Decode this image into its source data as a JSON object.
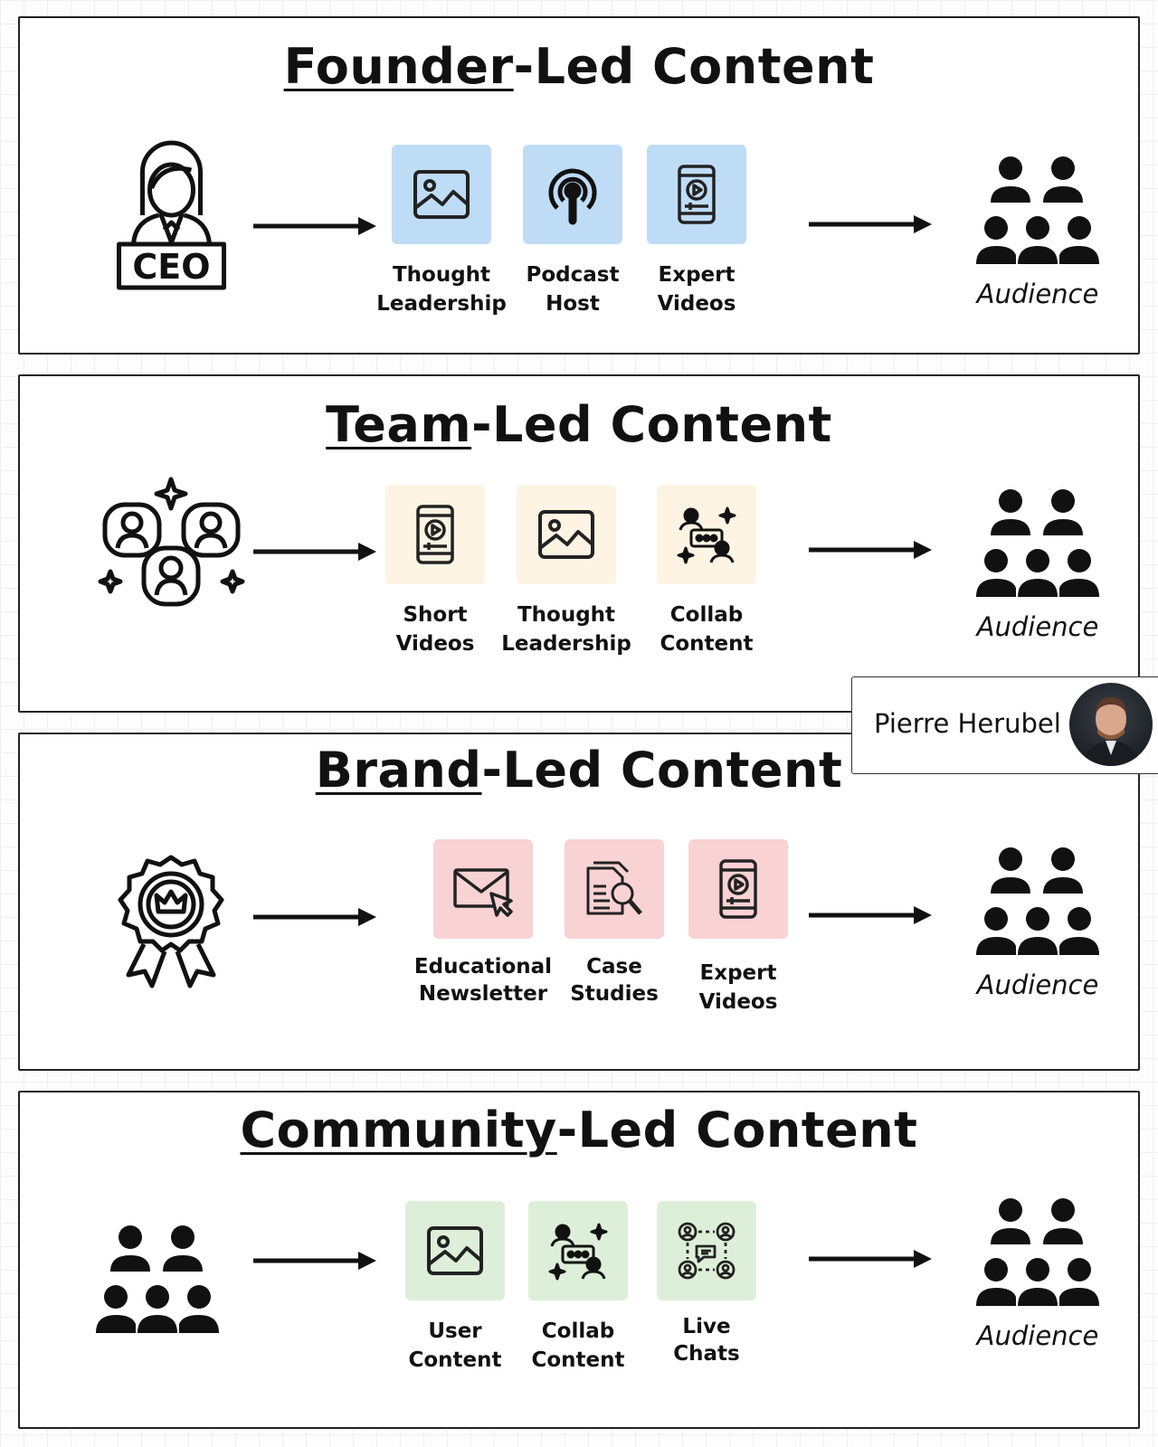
{
  "colors": {
    "founder_tile": "#bfdcf6",
    "team_tile": "#fdf4e3",
    "brand_tile": "#f9d2d4",
    "community_tile": "#deefd9",
    "stroke": "#111111"
  },
  "panels": [
    {
      "title_underlined": "Founder",
      "title_rest": "-Led Content",
      "source_icon": "ceo-icon",
      "source_icon_text": "CEO",
      "items": [
        {
          "label": "Thought\nLeadership",
          "icon": "image-icon"
        },
        {
          "label": "Podcast\nHost",
          "icon": "podcast-icon"
        },
        {
          "label": "Expert\nVideos",
          "icon": "mobile-video-icon"
        }
      ],
      "audience_label": "Audience"
    },
    {
      "title_underlined": "Team",
      "title_rest": "-Led Content",
      "source_icon": "team-icon",
      "items": [
        {
          "label": "Short\nVideos",
          "icon": "mobile-video-icon"
        },
        {
          "label": "Thought\nLeadership",
          "icon": "image-icon"
        },
        {
          "label": "Collab\nContent",
          "icon": "collab-icon"
        }
      ],
      "audience_label": "Audience"
    },
    {
      "title_underlined": "Brand",
      "title_rest": "-Led Content",
      "source_icon": "award-badge-icon",
      "items": [
        {
          "label": "Educational\nNewsletter",
          "icon": "email-icon"
        },
        {
          "label": "Case\nStudies",
          "icon": "case-study-icon"
        },
        {
          "label": "Expert\nVideos",
          "icon": "mobile-video-icon"
        }
      ],
      "audience_label": "Audience"
    },
    {
      "title_underlined": "Community",
      "title_rest": "-Led Content",
      "source_icon": "audience-icon",
      "items": [
        {
          "label": "User\nContent",
          "icon": "image-icon"
        },
        {
          "label": "Collab\nContent",
          "icon": "collab-icon"
        },
        {
          "label": "Live\nChats",
          "icon": "live-chat-icon"
        }
      ],
      "audience_label": "Audience"
    }
  ],
  "author": {
    "name": "Pierre Herubel",
    "avatar_icon": "avatar-photo"
  }
}
